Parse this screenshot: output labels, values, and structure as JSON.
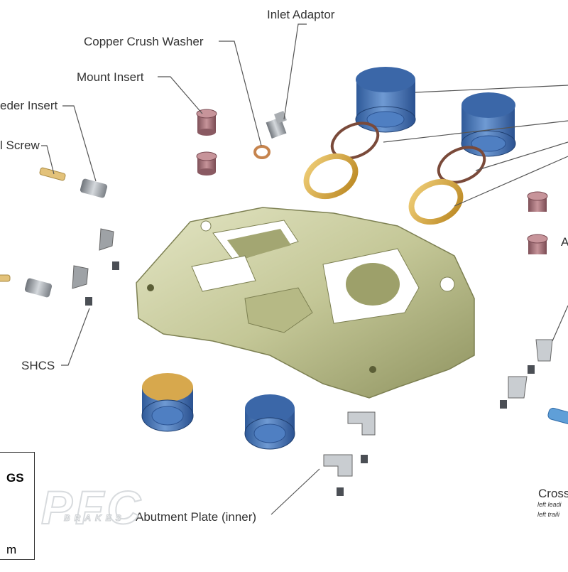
{
  "labels": {
    "inlet_adaptor": "Inlet Adaptor",
    "copper_crush_washer": "Copper Crush Washer",
    "mount_insert": "Mount Insert",
    "bleeder_insert": "eder Insert",
    "bleed_screw": "l Screw",
    "shcs": "SHCS",
    "abutment_plate_inner": "Abutment Plate (inner)",
    "right_a": "A",
    "cross": "Cross",
    "cross_sub_1": "left leadi",
    "cross_sub_2": "left traili"
  },
  "box": {
    "title": "GS",
    "bottom": "m"
  },
  "logo": {
    "text": "PFC",
    "sub": "BRAKES"
  },
  "colors": {
    "caliper": "#c7c99a",
    "piston_blue": "#3f72b8",
    "seal_brown": "#7a4a3a",
    "dust_gold": "#d7a63a",
    "insert_mauve": "#9a6870",
    "hardware_grey": "#8d9297"
  }
}
